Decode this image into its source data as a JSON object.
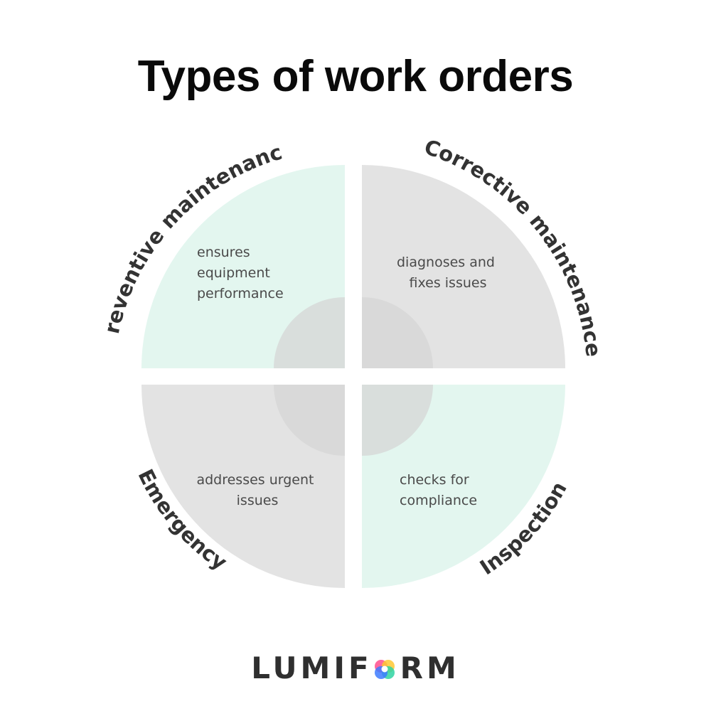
{
  "title": "Types of work orders",
  "quadrants": {
    "top_left": {
      "label": "Preventive maintenance",
      "description": [
        "ensures",
        "equipment",
        "performance"
      ],
      "fill": "#e3f6ef"
    },
    "top_right": {
      "label": "Corrective maintenance",
      "description": [
        "diagnoses and",
        "fixes issues"
      ],
      "fill": "#e3e3e3"
    },
    "bottom_left": {
      "label": "Emergency",
      "description": [
        "addresses urgent",
        "issues"
      ],
      "fill": "#e3e3e3"
    },
    "bottom_right": {
      "label": "Inspection",
      "description": [
        "checks for",
        "compliance"
      ],
      "fill": "#e3f6ef"
    }
  },
  "overlay_fill": "#d5d5d5",
  "logo": {
    "text_before": "LUMIF",
    "text_after": "RM",
    "icon": "flower-o-icon"
  }
}
